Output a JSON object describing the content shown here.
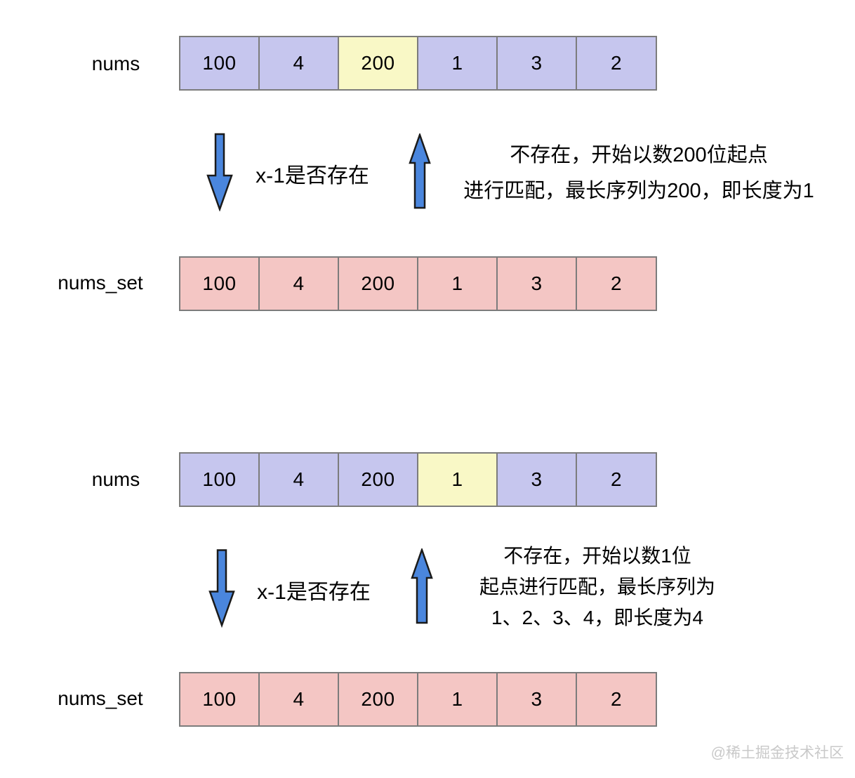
{
  "sections": [
    {
      "nums": {
        "label": "nums",
        "cells": [
          "100",
          "4",
          "200",
          "1",
          "3",
          "2"
        ],
        "highlight_index": 2
      },
      "question": "x-1是否存在",
      "annotation": [
        "不存在，开始以数200位起点",
        "进行匹配，最长序列为200，即长度为1"
      ],
      "nums_set": {
        "label": "nums_set",
        "cells": [
          "100",
          "4",
          "200",
          "1",
          "3",
          "2"
        ]
      }
    },
    {
      "nums": {
        "label": "nums",
        "cells": [
          "100",
          "4",
          "200",
          "1",
          "3",
          "2"
        ],
        "highlight_index": 3
      },
      "question": "x-1是否存在",
      "annotation": [
        "不存在，开始以数1位",
        "起点进行匹配，最长序列为",
        "1、2、3、4，即长度为4"
      ],
      "nums_set": {
        "label": "nums_set",
        "cells": [
          "100",
          "4",
          "200",
          "1",
          "3",
          "2"
        ]
      }
    }
  ],
  "watermark": "@稀土掘金技术社区",
  "colors": {
    "cell_purple": "#c6c6ee",
    "cell_yellow": "#f9f8c6",
    "cell_pink": "#f4c6c4",
    "arrow_blue": "#4a86dd",
    "border_gray": "#7c7c7c",
    "watermark_gray": "#c9c9c9"
  }
}
